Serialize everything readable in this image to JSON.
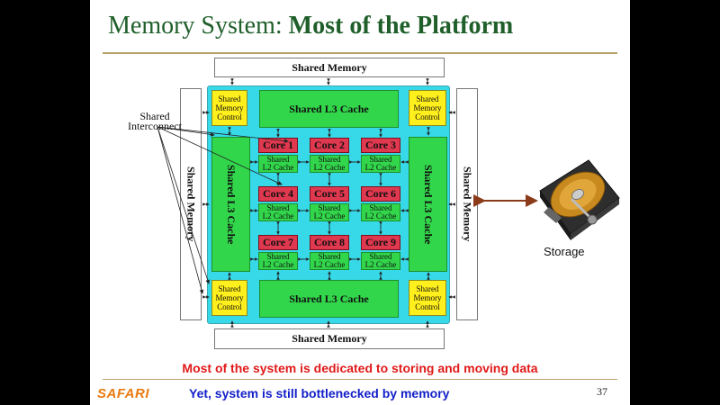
{
  "slide": {
    "title_normal": "Memory System: ",
    "title_bold": "Most of the Platform",
    "page_number": "37",
    "logo": "SAFARI"
  },
  "diagram": {
    "shared_memory": "Shared Memory",
    "shared_l3": "Shared L3 Cache",
    "memory_control": [
      "Shared",
      "Memory",
      "Control"
    ],
    "cores": [
      "Core 1",
      "Core 2",
      "Core 3",
      "Core 4",
      "Core 5",
      "Core 6",
      "Core 7",
      "Core 8",
      "Core 9"
    ],
    "l2_line1": "Shared",
    "l2_line2": "L2 Cache",
    "interconnect": [
      "Shared",
      "Interconnect"
    ],
    "storage": "Storage",
    "storage_icon": "hard-disk-icon"
  },
  "headlines": {
    "line1": "Most of the system is dedicated to storing and moving data",
    "line2": "Yet, system is still bottlenecked by memory"
  },
  "colors": {
    "title": "#1f5f2a",
    "chip": "#37d9e8",
    "cache": "#32d64b",
    "core": "#e0384f",
    "memory_control": "#ffef1c",
    "headline_red": "#e01919",
    "headline_blue": "#1220c8",
    "logo": "#e87a10",
    "arrow": "#8b3a1a"
  }
}
